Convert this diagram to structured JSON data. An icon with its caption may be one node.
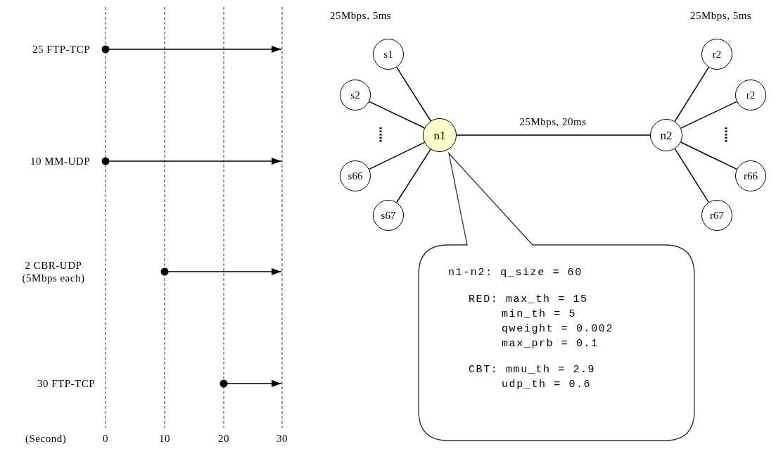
{
  "diagram": {
    "nodes": [
      {
        "text": [
          "s1"
        ]
      },
      {
        "text": [
          "s2"
        ]
      },
      {
        "text": [
          "s66"
        ]
      },
      {
        "text": [
          "s67"
        ]
      },
      {
        "text": [
          "n1"
        ]
      },
      {
        "text": [
          "n2"
        ]
      },
      {
        "text": [
          "r2"
        ]
      },
      {
        "text": [
          "r2"
        ]
      },
      {
        "text": [
          "r66"
        ]
      },
      {
        "text": [
          "r67"
        ]
      },
      {
        "text": [
          "n1-n2: q_size = 60",
          "RED: max_th = 15",
          "min_th = 5",
          "qweight = 0.002",
          "max_prb = 0.1",
          "CBT: mmu_th = 2.9",
          "udp_th = 0.6"
        ]
      }
    ],
    "edges": [
      {
        "from": 0,
        "to": 4,
        "arrow": "none"
      },
      {
        "from": 1,
        "to": 4,
        "arrow": "none"
      },
      {
        "from": 2,
        "to": 4,
        "arrow": "none"
      },
      {
        "from": 3,
        "to": 4,
        "arrow": "none"
      },
      {
        "from": 4,
        "to": 5,
        "arrow": "none",
        "label": "25Mbps, 20ms"
      },
      {
        "from": 5,
        "to": 6,
        "arrow": "none"
      },
      {
        "from": 5,
        "to": 7,
        "arrow": "none"
      },
      {
        "from": 5,
        "to": 8,
        "arrow": "none"
      },
      {
        "from": 5,
        "to": 9,
        "arrow": "none"
      }
    ],
    "labels": [
      "25 FTP-TCP",
      "10 MM-UDP",
      "2 CBR-UDP (5Mbps each)",
      "30 FTP-TCP",
      "(Second)",
      "0",
      "10",
      "20",
      "30",
      "25Mbps, 5ms",
      "25Mbps, 5ms"
    ]
  }
}
